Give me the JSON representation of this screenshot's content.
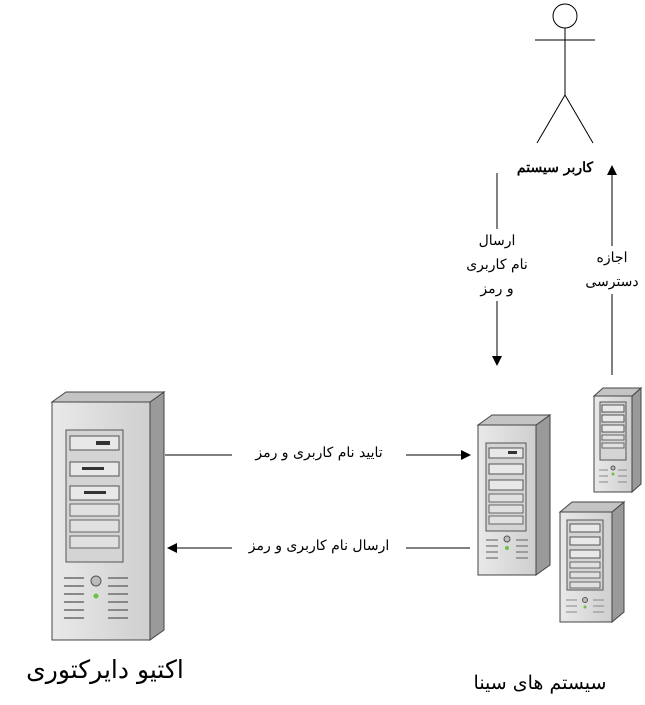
{
  "actor": {
    "label": "کاربر سیستم",
    "icon": "user-stick-figure-icon"
  },
  "edges": {
    "send_credentials_down": [
      "ارسال",
      "نام کاربری",
      "و رمز"
    ],
    "access_granted_up": [
      "اجازه",
      "دسترسی"
    ],
    "verify_credentials": "تایید نام کاربری و رمز",
    "send_credentials_to_sina": "ارسال نام کاربری و رمز"
  },
  "nodes": {
    "active_directory": {
      "label": "اکتیو دایرکتوری",
      "icon": "tower-server-icon"
    },
    "sina_systems": {
      "label": "سیستم های سینا",
      "icon": "tower-server-icon"
    }
  },
  "colors": {
    "stroke": "#000000",
    "server_front": "#d9d9d9",
    "server_side": "#9a9a9a",
    "server_top": "#c4c4c4",
    "led": "#6cc04a"
  }
}
